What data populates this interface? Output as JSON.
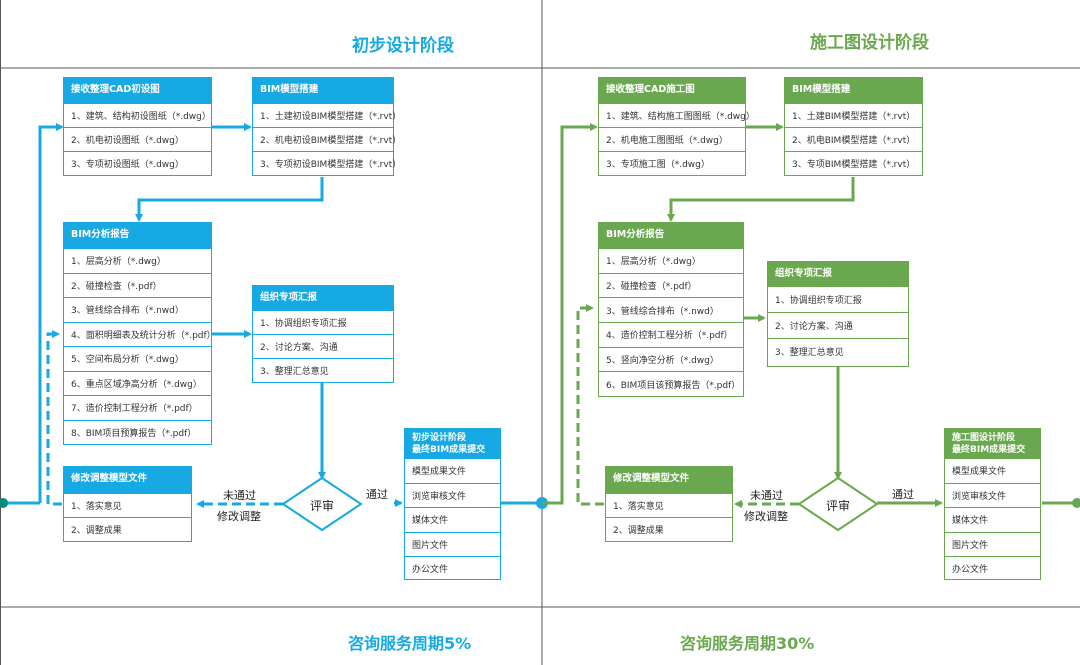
{
  "colors": {
    "blue": "#17a9e3",
    "green": "#6aa84f",
    "grid": "#555555"
  },
  "left": {
    "title": "初步设计阶段",
    "footer": "咨询服务周期5%",
    "cad": {
      "header": "接收整理CAD初设图",
      "items": [
        "1、建筑、结构初设图纸（*.dwg）",
        "2、机电初设图纸（*.dwg）",
        "3、专项初设图纸（*.dwg）"
      ]
    },
    "bim_model": {
      "header": "BIM模型搭建",
      "items": [
        "1、土建初设BIM模型搭建（*.rvt）",
        "2、机电初设BIM模型搭建（*.rvt）",
        "3、专项初设BIM模型搭建（*.rvt）"
      ]
    },
    "analysis": {
      "header": "BIM分析报告",
      "items": [
        "1、层高分析（*.dwg）",
        "2、碰撞检查（*.pdf）",
        "3、管线综合排布（*.nwd）",
        "4、面积明细表及统计分析（*.pdf）",
        "5、空间布局分析（*.dwg）",
        "6、重点区域净高分析（*.dwg）",
        "7、造价控制工程分析（*.pdf）",
        "8、BIM项目预算报告（*.pdf）"
      ]
    },
    "meeting": {
      "header": "组织专项汇报",
      "items": [
        "1、协调组织专项汇报",
        "2、讨论方案、沟通",
        "3、整理汇总意见"
      ]
    },
    "revise": {
      "header": "修改调整模型文件",
      "items": [
        "1、落实意见",
        "2、调整成果"
      ]
    },
    "deliver": {
      "header_line1": "初步设计阶段",
      "header_line2": "最终BIM成果提交",
      "items": [
        "模型成果文件",
        "浏览审核文件",
        "媒体文件",
        "图片文件",
        "办公文件"
      ]
    },
    "review": "评审",
    "fail_line1": "未通过",
    "fail_line2": "修改调整",
    "pass": "通过"
  },
  "right": {
    "title": "施工图设计阶段",
    "footer": "咨询服务周期30%",
    "cad": {
      "header": "接收整理CAD施工图",
      "items": [
        "1、建筑、结构施工图图纸（*.dwg）",
        "2、机电施工图图纸（*.dwg）",
        "3、专项施工图（*.dwg）"
      ]
    },
    "bim_model": {
      "header": "BIM模型搭建",
      "items": [
        "1、土建BIM模型搭建（*.rvt）",
        "2、机电BIM模型搭建（*.rvt）",
        "3、专项BIM模型搭建（*.rvt）"
      ]
    },
    "analysis": {
      "header": "BIM分析报告",
      "items": [
        "1、层高分析（*.dwg）",
        "2、碰撞检查（*.pdf）",
        "3、管线综合排布（*.nwd）",
        "4、造价控制工程分析（*.pdf）",
        "5、竖向净空分析（*.dwg）",
        "6、BIM项目该预算报告（*.pdf）"
      ]
    },
    "meeting": {
      "header": "组织专项汇报",
      "items": [
        "1、协调组织专项汇报",
        "2、讨论方案、沟通",
        "3、整理汇总意见"
      ]
    },
    "revise": {
      "header": "修改调整模型文件",
      "items": [
        "1、落实意见",
        "2、调整成果"
      ]
    },
    "deliver": {
      "header_line1": "施工图设计阶段",
      "header_line2": "最终BIM成果提交",
      "items": [
        "模型成果文件",
        "浏览审核文件",
        "媒体文件",
        "图片文件",
        "办公文件"
      ]
    },
    "review": "评审",
    "fail_line1": "未通过",
    "fail_line2": "修改调整",
    "pass": "通过"
  }
}
